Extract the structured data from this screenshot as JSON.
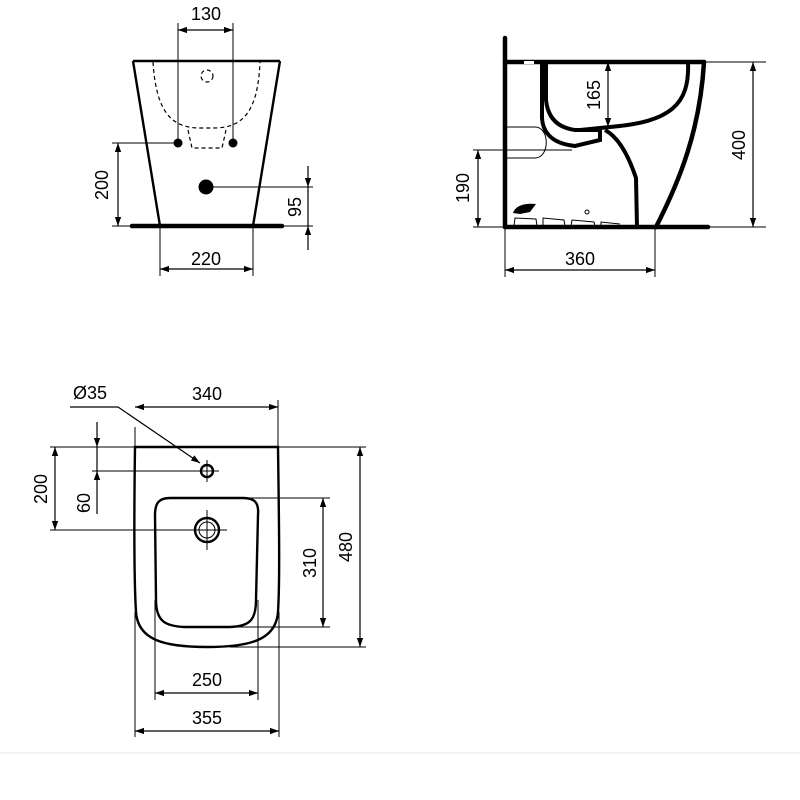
{
  "front_view": {
    "dim_tap_spacing": "130",
    "dim_supply_height": "200",
    "dim_waste_height": "95",
    "dim_base_width": "220"
  },
  "side_view": {
    "dim_bowl_depth": "165",
    "dim_outlet_height": "190",
    "dim_total_height": "400",
    "dim_base_depth": "360"
  },
  "top_view": {
    "dim_tap_hole_diameter": "Ø35",
    "dim_top_width": "340",
    "dim_drain_from_back": "200",
    "dim_tap_hole_from_back": "60",
    "dim_bowl_length": "310",
    "dim_total_length": "480",
    "dim_bowl_width": "250",
    "dim_total_width": "355"
  },
  "colors": {
    "line": "#000000",
    "background": "#ffffff"
  }
}
